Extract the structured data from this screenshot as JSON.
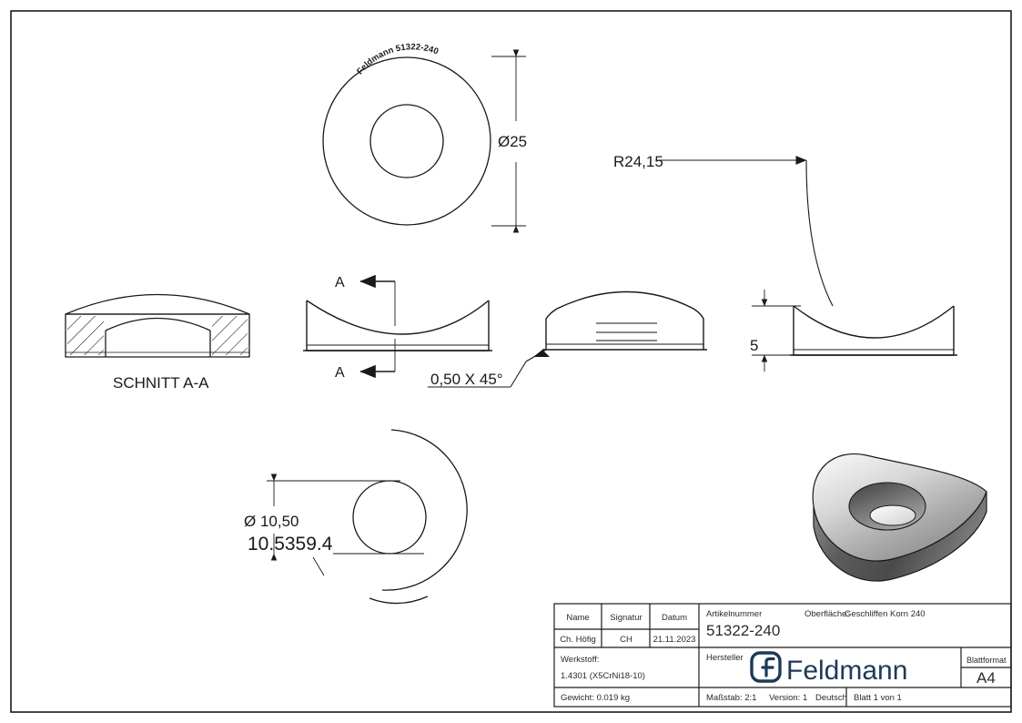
{
  "drawing": {
    "part_marking": "Feldmann 51322-240",
    "section_label": "SCHNITT A-A",
    "section_arrow_top": "A",
    "section_arrow_bottom": "A",
    "dimensions": {
      "outer_diameter": "Ø25",
      "radius": "R24,15",
      "thickness": "5",
      "bore_diameter": "Ø 10,50",
      "overlap_label": "10.5359.4",
      "chamfer": "0,50 X 45°"
    }
  },
  "title_block": {
    "columns": {
      "name_header": "Name",
      "signature_header": "Signatur",
      "date_header": "Datum"
    },
    "values": {
      "name": "Ch. Höfig",
      "signature": "CH",
      "date": "21.11.2023"
    },
    "article": {
      "label": "Artikelnummer",
      "value": "51322-240"
    },
    "surface": {
      "label": "Oberfläche:",
      "value": "Geschliffen Korn 240"
    },
    "material": {
      "label": "Werkstoff:",
      "value": "1.4301 (X5CrNi18-10)"
    },
    "manufacturer": {
      "label": "Hersteller",
      "logo_text": "Feldmann",
      "logo_mark": "F"
    },
    "sheet_format": {
      "label": "Blattformat",
      "value": "A4"
    },
    "weight": "Gewicht: 0.019 kg",
    "footer": {
      "scale": "Maßstab: 2:1",
      "version": "Version: 1",
      "language": "Deutsch",
      "page": "Blatt 1 von 1"
    }
  },
  "colors": {
    "line": "#1a1a1a",
    "logo_navy": "#1b3a5c",
    "hatch": "#1a1a1a",
    "render_light": "#f2f2f2",
    "render_mid": "#9a9a9a",
    "render_dark": "#4a4a4a",
    "finish_line": "#777777"
  }
}
